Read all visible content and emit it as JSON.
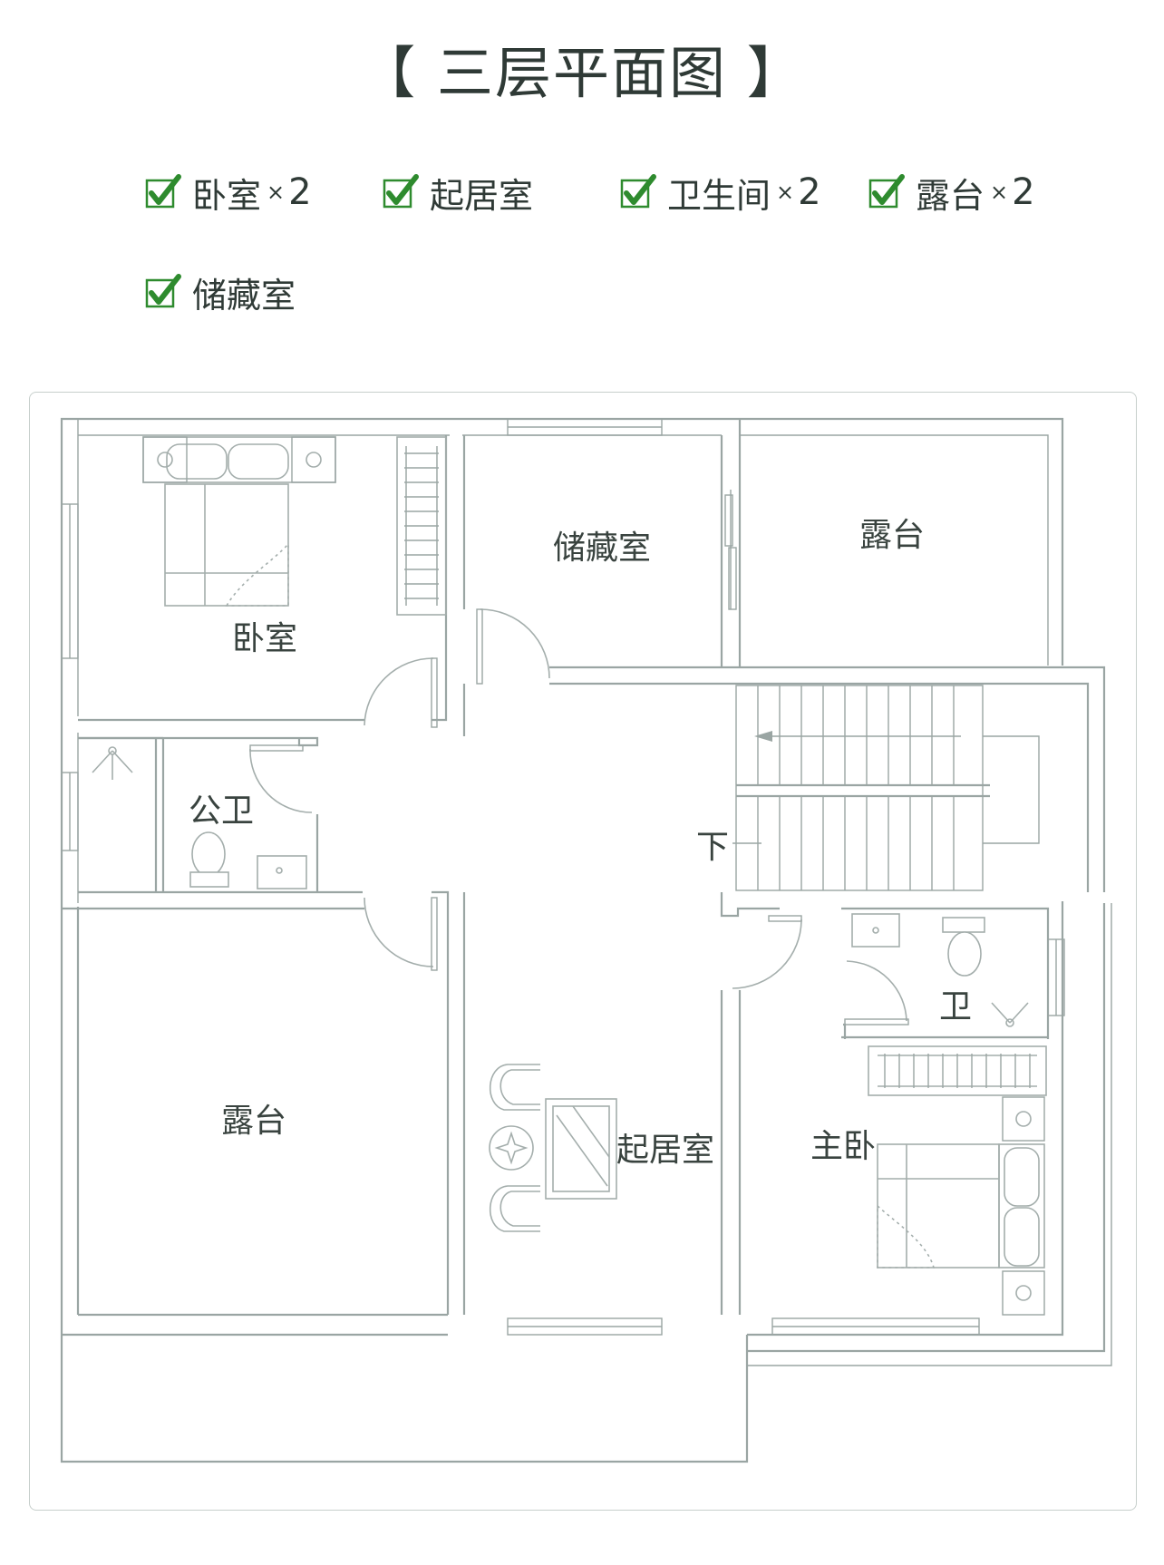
{
  "title": "【 三层平面图 】",
  "features": [
    {
      "label": "卧室",
      "mult": "×",
      "count": "2"
    },
    {
      "label": "起居室"
    },
    {
      "label": "卫生间",
      "mult": "×",
      "count": "2"
    },
    {
      "label": "露台",
      "mult": "×",
      "count": "2"
    },
    {
      "label": "储藏室"
    }
  ],
  "colors": {
    "check": "#2e8b2e",
    "wall": "#9aa5a3",
    "text": "#2f3a36"
  },
  "rooms": {
    "bedroom": "卧室",
    "storage": "储藏室",
    "terrace_ne": "露台",
    "public_bath": "公卫",
    "stairs_down": "下",
    "bath": "卫",
    "terrace_sw": "露台",
    "living": "起居室",
    "master_bedroom": "主卧"
  }
}
